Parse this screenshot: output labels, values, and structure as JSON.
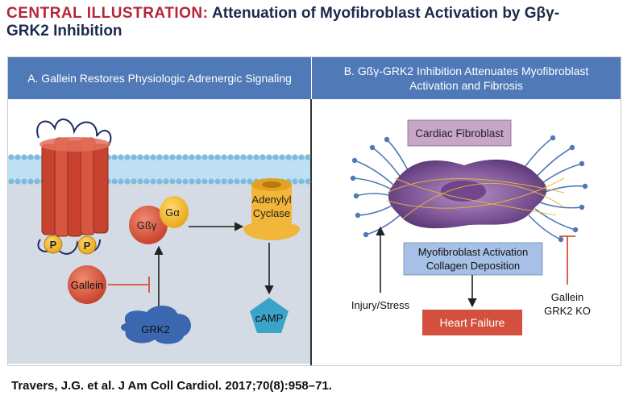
{
  "title": {
    "prefix": "CENTRAL ILLUSTRATION:",
    "text_line1": "Attenuation of Myofibroblast Activation by Gβγ-",
    "text_line2": "GRK2 Inhibition"
  },
  "panel_a": {
    "header": "A. Gallein Restores Physiologic Adrenergic Signaling",
    "labels": {
      "p1": "P",
      "p2": "P",
      "gby": "Gßγ",
      "ga": "Gα",
      "adenylyl": "Adenylyl",
      "cyclase": "Cyclase",
      "gallein": "Gallein",
      "grk2": "GRK2",
      "camp": "cAMP"
    }
  },
  "panel_b": {
    "header_line1": "B. Gßγ-GRK2 Inhibition Attenuates Myofibroblast",
    "header_line2": "Activation and Fibrosis",
    "cardiac_fibroblast": "Cardiac Fibroblast",
    "activation_line1": "Myofibroblast Activation",
    "activation_line2": "Collagen Deposition",
    "injury": "Injury/Stress",
    "heart_failure": "Heart Failure",
    "inhibitor_line1": "Gallein",
    "inhibitor_line2": "GRK2 KO"
  },
  "citation": "Travers, J.G. et al. J Am Coll Cardiol. 2017;70(8):958–71.",
  "colors": {
    "header_blue": "#4f79b7",
    "title_red": "#b5263a",
    "title_navy": "#1c2a4a",
    "heart_failure_red": "#d4503e",
    "fibroblast_box": "#c8a6c8",
    "activation_box": "#a7c0e6",
    "camp_teal": "#3aa3c8",
    "grk2_blue": "#3b67b0",
    "gallein_red": "#d4503e",
    "membrane_blue": "#8fc6e6",
    "receptor_red": "#c8432f",
    "cytoplasm": "#d5dbe4"
  }
}
